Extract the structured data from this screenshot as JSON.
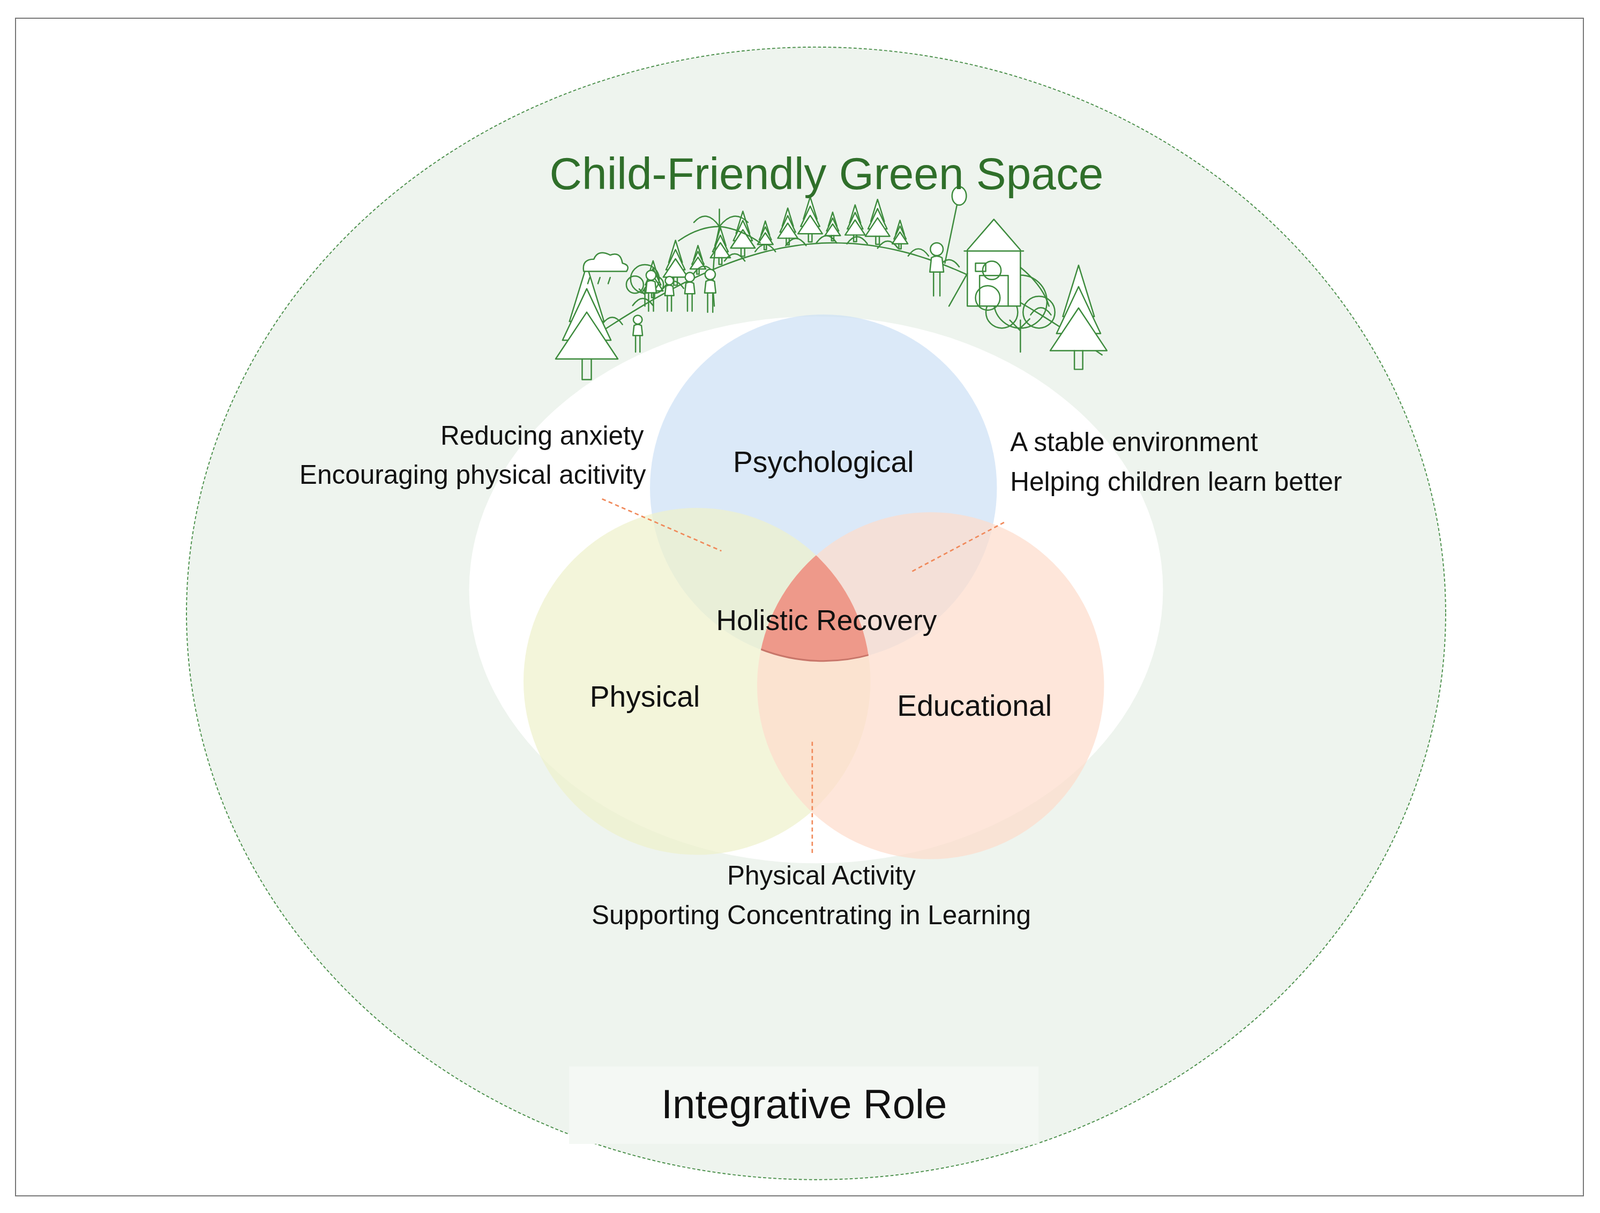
{
  "diagram": {
    "nodes": [
      {
        "text": [
          "Child-Friendly Green Space",
          "Integrative Role"
        ]
      },
      {
        "text": [
          "Psychological"
        ],
        "in": 0
      },
      {
        "text": [
          "Physical"
        ],
        "in": 0
      },
      {
        "text": [
          "Educational"
        ],
        "in": 0
      },
      {
        "text": [
          "Holistic Recovery"
        ],
        "in": 0
      }
    ],
    "labels": [
      "Reducing anxiety",
      "Encouraging physical acitivity",
      "A stable environment",
      "Helping children learn better",
      "Physical Activity",
      "Supporting Concentrating in Learning"
    ]
  }
}
